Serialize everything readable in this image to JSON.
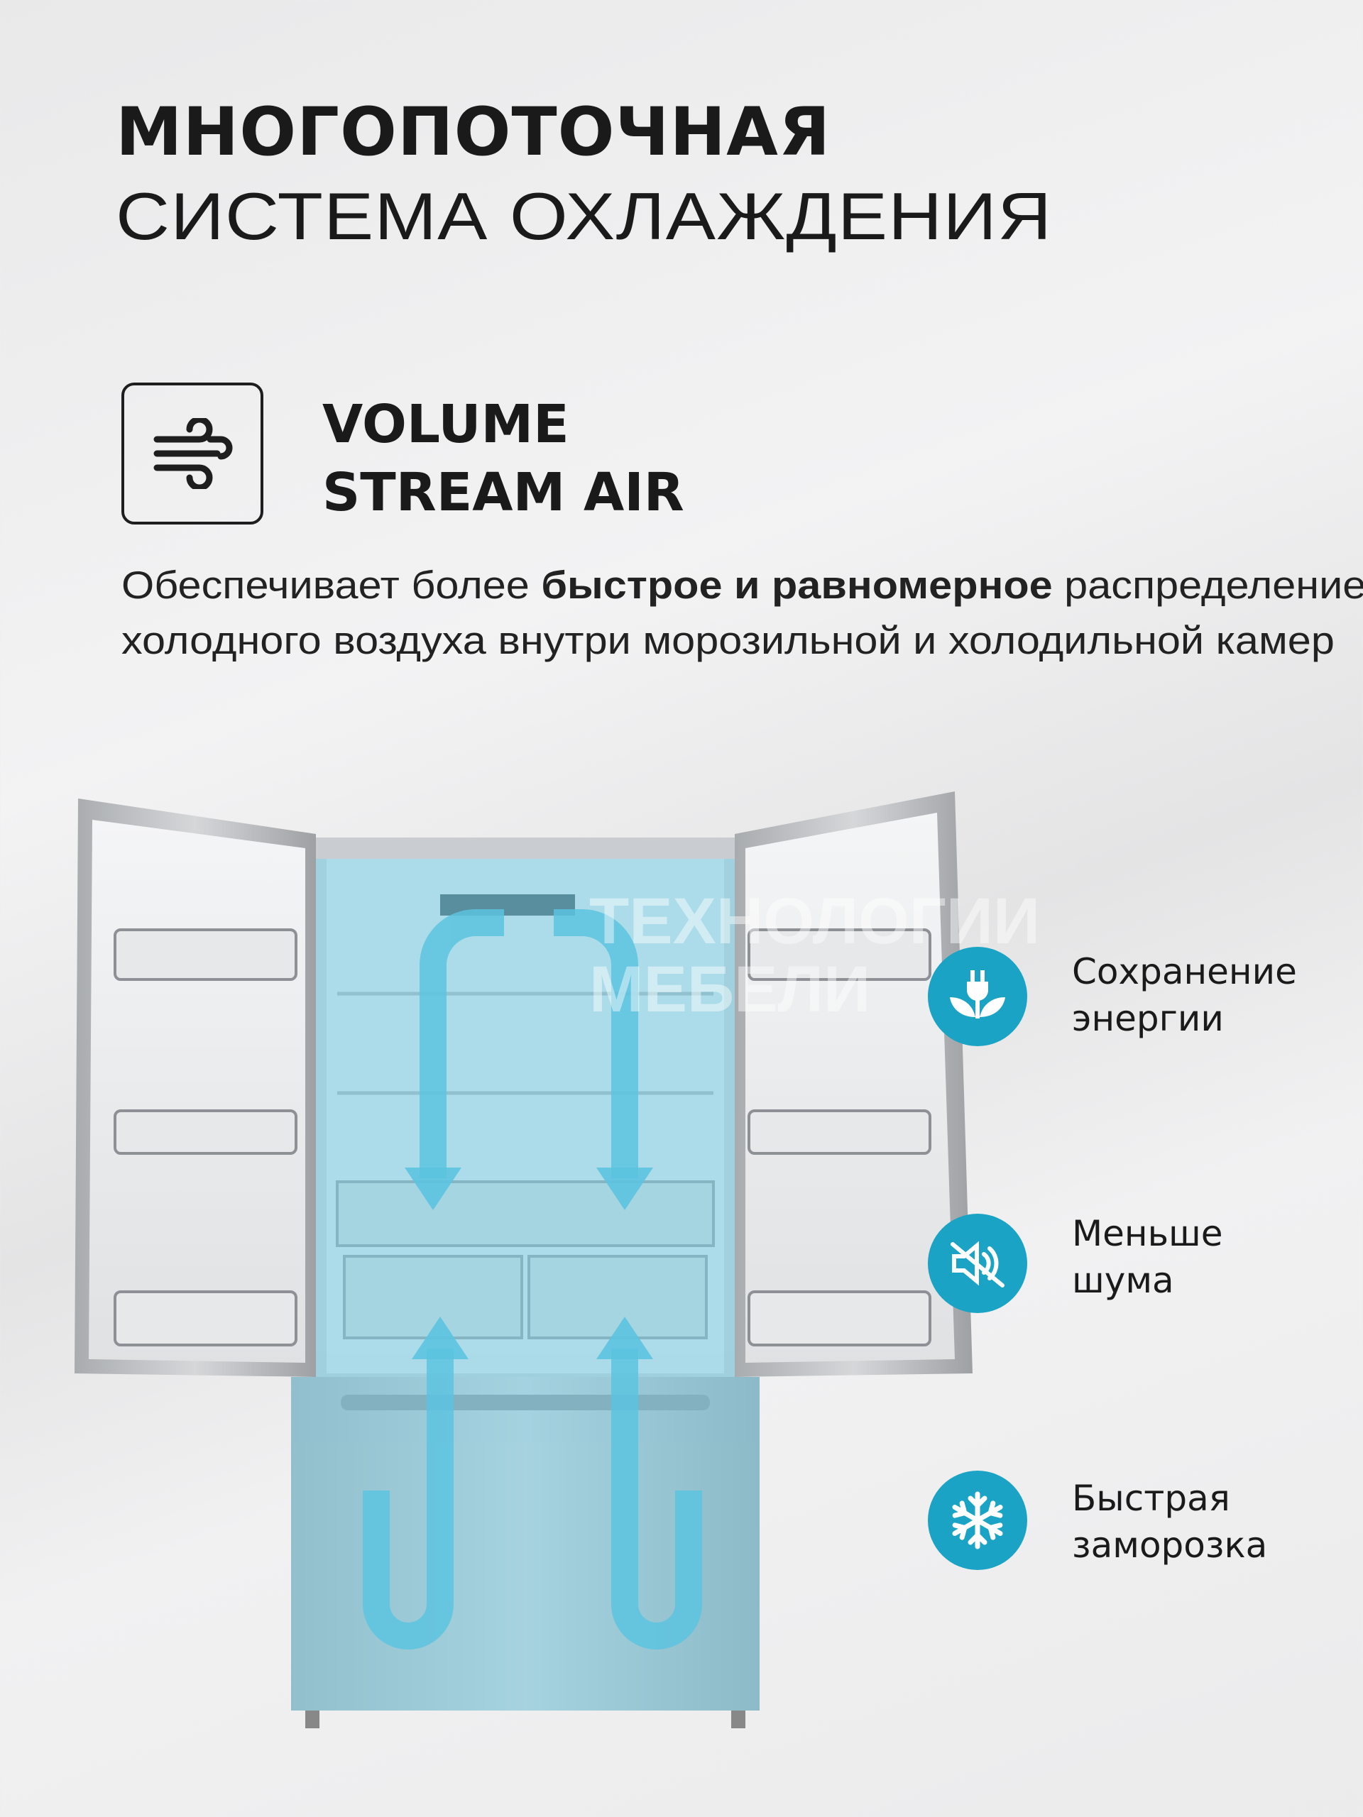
{
  "header": {
    "title_line1": "МНОГОПОТОЧНАЯ",
    "title_line2": "СИСТЕМА ОХЛАЖДЕНИЯ"
  },
  "feature": {
    "icon": "wind-icon",
    "title_line1": "VOLUME",
    "title_line2": "STREAM AIR"
  },
  "description": {
    "part1": "Обеспечивает более ",
    "bold": "быстрое и равномерное",
    "part2": " распределение холодного воздуха внутри морозильной и холодильной камер"
  },
  "watermark": {
    "line1": "ТЕХНОЛОГИИ",
    "line2": "МЕБЕЛИ"
  },
  "benefits": [
    {
      "icon": "energy-plug-leaf-icon",
      "line1": "Сохранение",
      "line2": "энергии"
    },
    {
      "icon": "mute-speaker-icon",
      "line1": "Меньше",
      "line2": "шума"
    },
    {
      "icon": "snowflake-icon",
      "line1": "Быстрая",
      "line2": "заморозка"
    }
  ],
  "colors": {
    "accent": "#1aa3c4",
    "airflow": "#8fd6ea"
  }
}
